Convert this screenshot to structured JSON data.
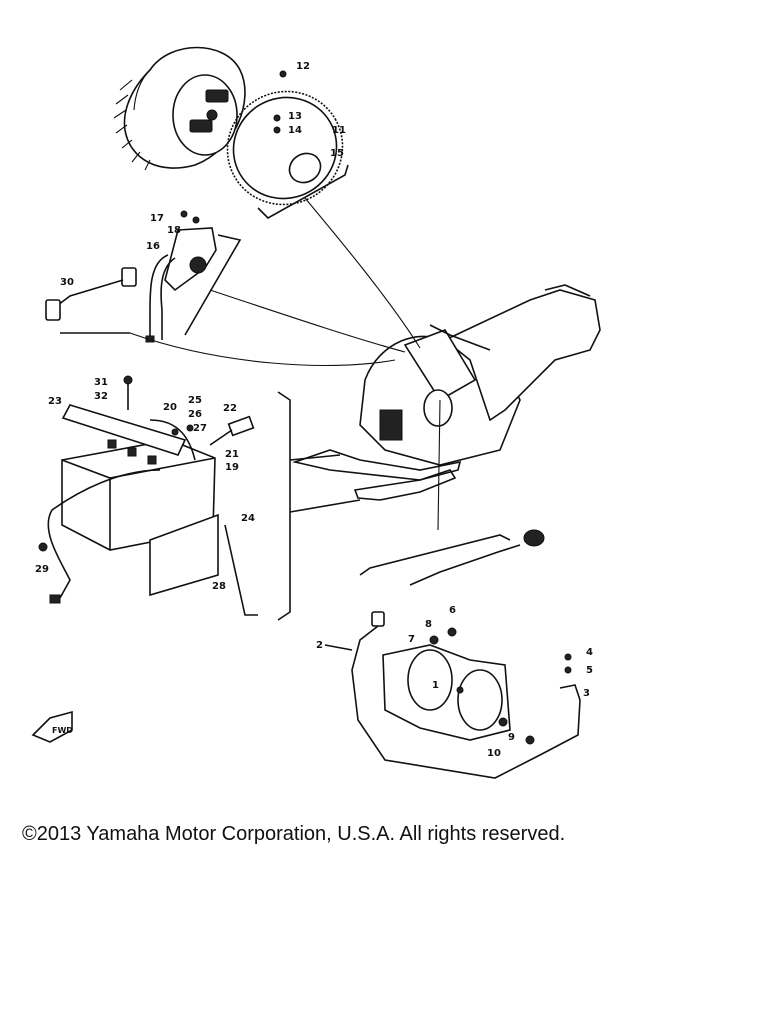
{
  "callouts": {
    "c1": "1",
    "c2": "2",
    "c3": "3",
    "c4": "4",
    "c5": "5",
    "c6": "6",
    "c7": "7",
    "c8": "8",
    "c9": "9",
    "c10": "10",
    "c11": "11",
    "c12": "12",
    "c13": "13",
    "c14": "14",
    "c15": "15",
    "c16": "16",
    "c17": "17",
    "c18": "18",
    "c19": "19",
    "c20": "20",
    "c21": "21",
    "c22": "22",
    "c23": "23",
    "c24": "24",
    "c25": "25",
    "c26": "26",
    "c27": "27",
    "c28": "28",
    "c29": "29",
    "c30": "30",
    "c31": "31",
    "c32": "32"
  },
  "front_arrow_label": "FWD",
  "footer": {
    "copyright": "©2013 Yamaha Motor Corporation, U.S.A. All rights reserved."
  }
}
